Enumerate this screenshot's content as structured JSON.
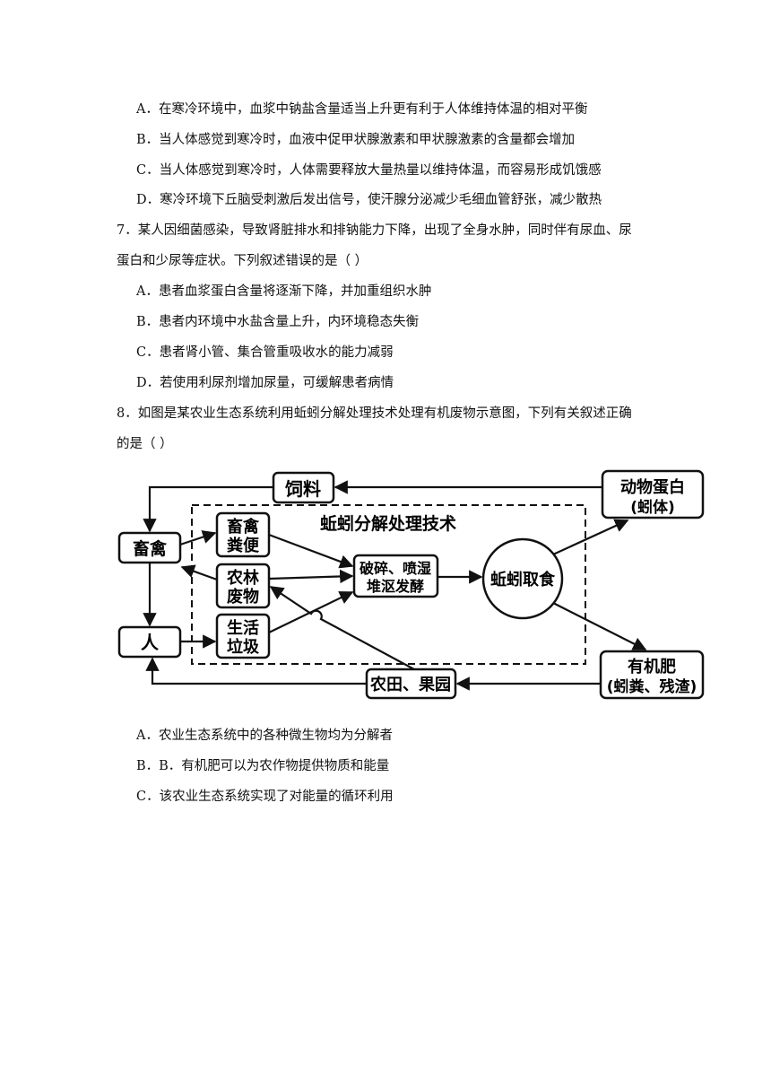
{
  "q6_options": [
    "A．在寒冷环境中，血浆中钠盐含量适当上升更有利于人体维持体温的相对平衡",
    "B．当人体感觉到寒冷时，血液中促甲状腺激素和甲状腺激素的含量都会增加",
    "C．当人体感觉到寒冷时，人体需要释放大量热量以维持体温，而容易形成饥饿感",
    "D．寒冷环境下丘脑受刺激后发出信号，使汗腺分泌减少毛细血管舒张，减少散热"
  ],
  "q7": {
    "stem_line1": "7．某人因细菌感染，导致肾脏排水和排钠能力下降，出现了全身水肿，同时伴有尿血、尿",
    "stem_line2": "蛋白和少尿等症状。下列叙述错误的是（    ）",
    "options": [
      "A．患者血浆蛋白含量将逐渐下降，并加重组织水肿",
      "B．患者内环境中水盐含量上升，内环境稳态失衡",
      "C．患者肾小管、集合管重吸收水的能力减弱",
      "D．若使用利尿剂增加尿量，可缓解患者病情"
    ]
  },
  "q8": {
    "stem_line1": "8．如图是某农业生态系统利用蚯蚓分解处理技术处理有机废物示意图，下列有关叙述正确",
    "stem_line2": "的是（    ）",
    "options": [
      "A．农业生态系统中的各种微生物均为分解者",
      "B．B．有机肥可以为农作物提供物质和能量",
      "C．该农业生态系统实现了对能量的循环利用"
    ]
  },
  "diagram": {
    "dashed_title": "蚯蚓分解处理技术",
    "feed": "饲料",
    "animal_protein_l1": "动物蛋白",
    "animal_protein_l2": "(蚓体)",
    "livestock": "畜禽",
    "manure_l1": "畜禽",
    "manure_l2": "粪便",
    "agri_waste_l1": "农林",
    "agri_waste_l2": "废物",
    "crush_l1": "破碎、喷湿",
    "crush_l2": "堆沤发酵",
    "worm_feed": "蚯蚓取食",
    "human": "人",
    "garbage_l1": "生活",
    "garbage_l2": "垃圾",
    "farmland": "农田、果园",
    "fertilizer_l1": "有机肥",
    "fertilizer_l2": "(蚓粪、残渣)"
  }
}
